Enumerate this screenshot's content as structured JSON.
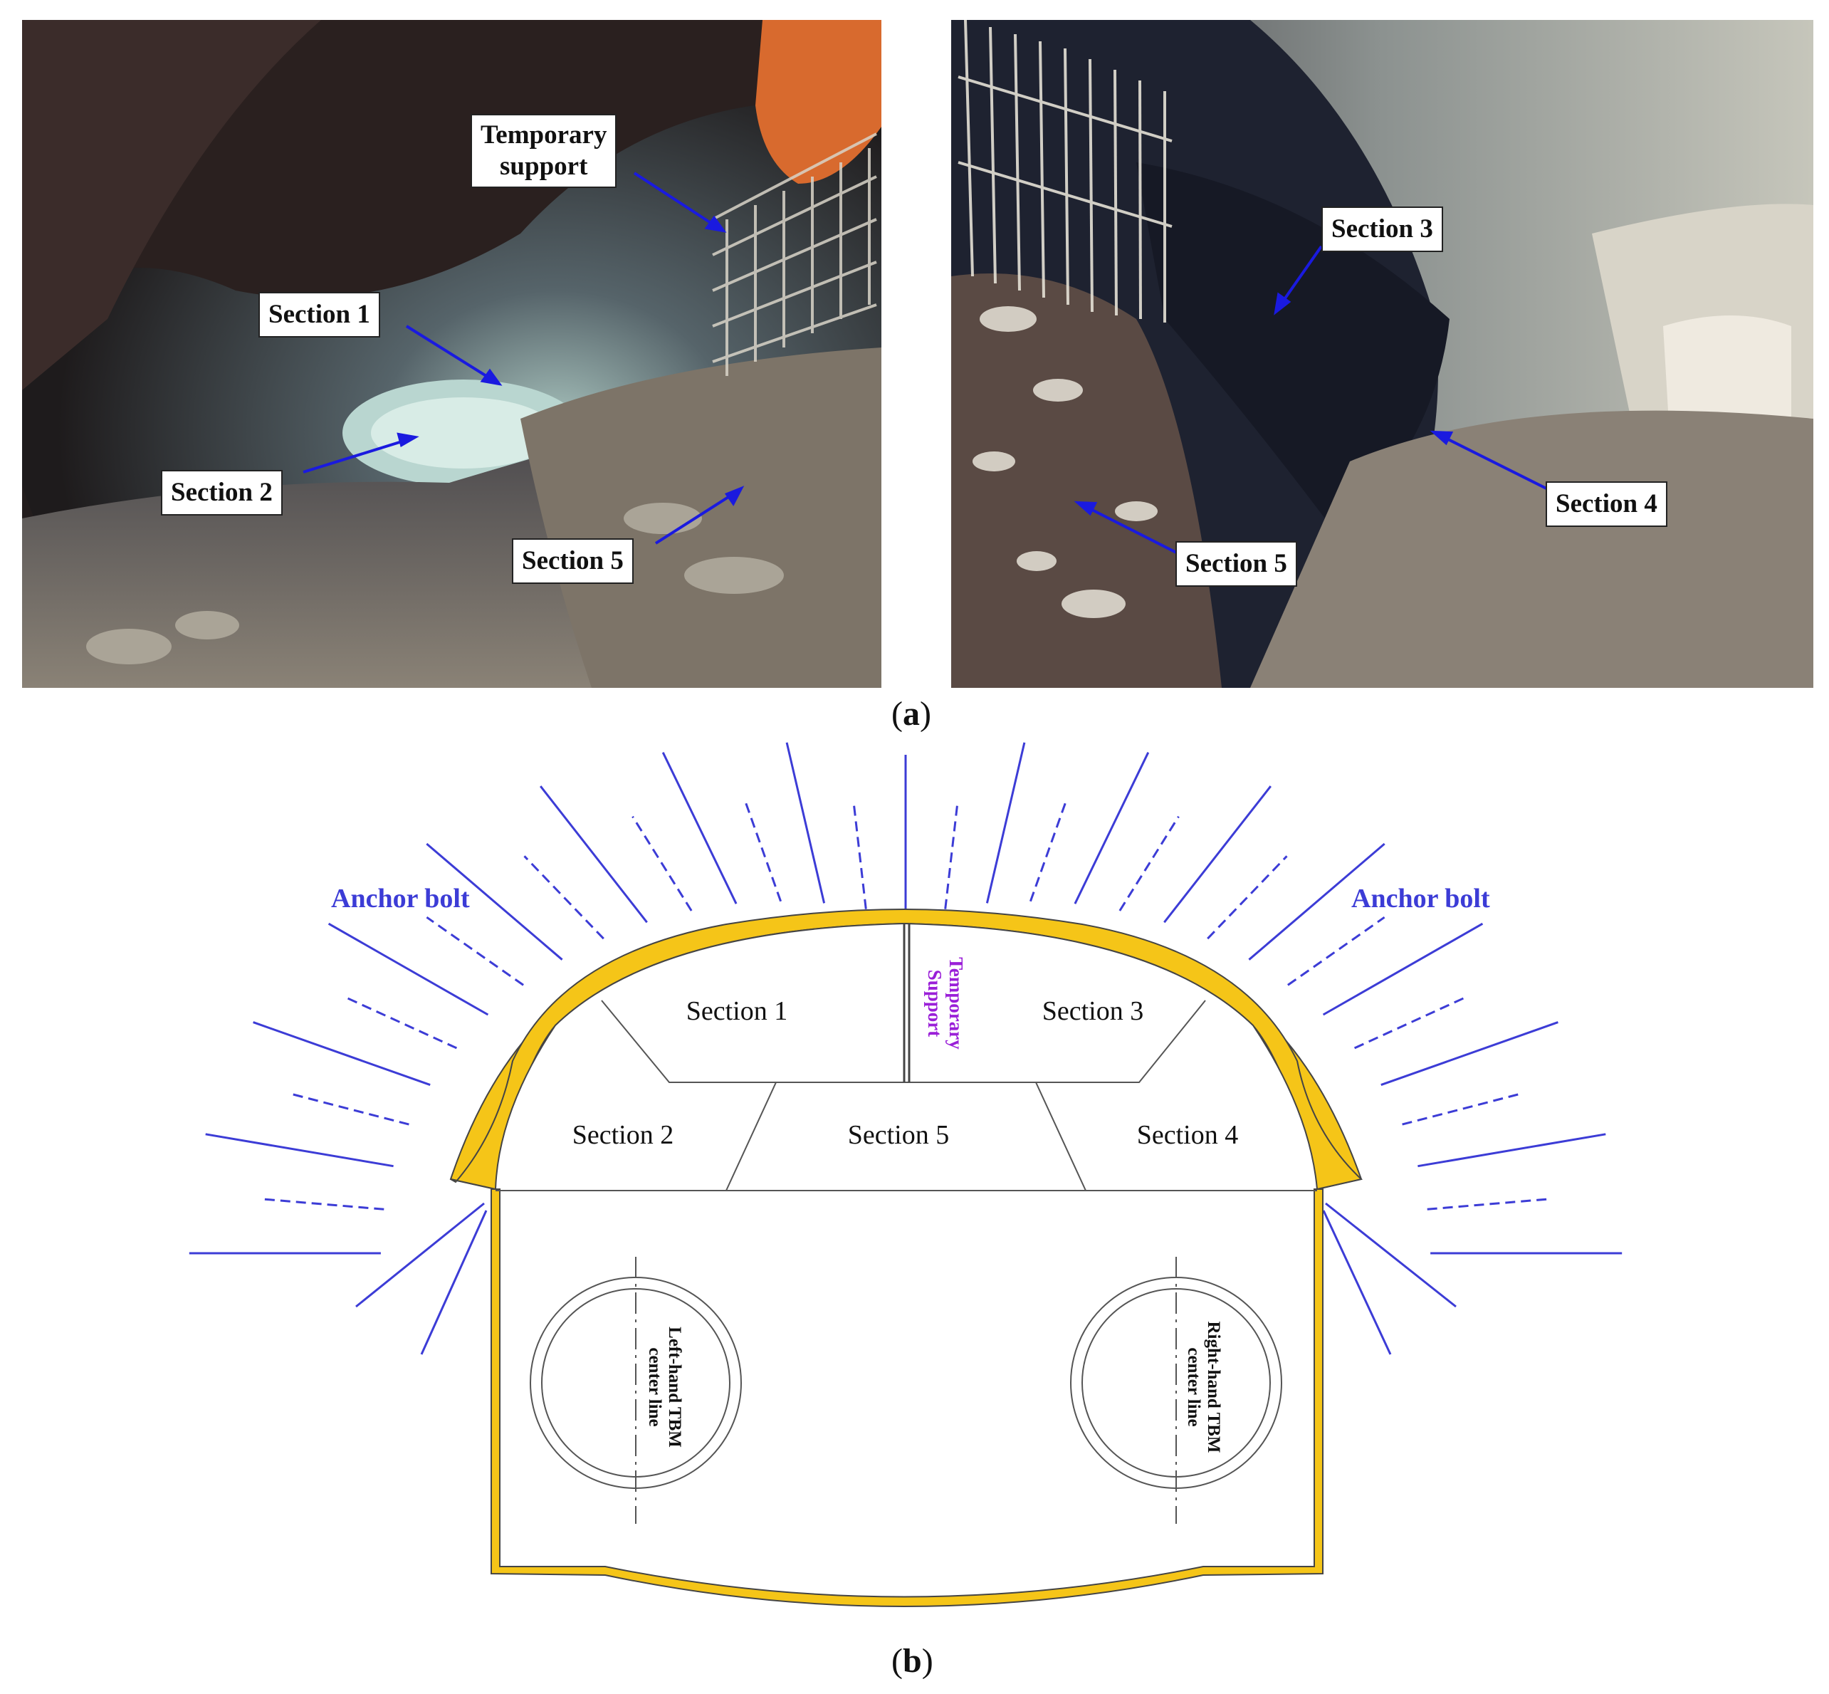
{
  "panel_a": {
    "caption": "a",
    "left_photo": {
      "labels": {
        "temporary_support": [
          "Temporary",
          "support"
        ],
        "section1": "Section 1",
        "section2": "Section 2",
        "section5": "Section 5"
      }
    },
    "right_photo": {
      "labels": {
        "section3": "Section 3",
        "section4": "Section 4",
        "section5": "Section 5"
      }
    }
  },
  "panel_b": {
    "caption": "b",
    "anchor_bolt_left": "Anchor bolt",
    "anchor_bolt_right": "Anchor bolt",
    "sections": {
      "s1": "Section 1",
      "s2": "Section 2",
      "s3": "Section 3",
      "s4": "Section 4",
      "s5": "Section 5"
    },
    "temporary_support": [
      "Temporary",
      "Support"
    ],
    "left_tbm": [
      "Left-hand TBM",
      "center line"
    ],
    "right_tbm": [
      "Right-hand TBM",
      "center line"
    ]
  },
  "colors": {
    "lining": "#f5c518",
    "anchor_bolt": "#3c3cd6",
    "arrow": "#1a1adf",
    "temp_support_text": "#9a1fd8"
  }
}
